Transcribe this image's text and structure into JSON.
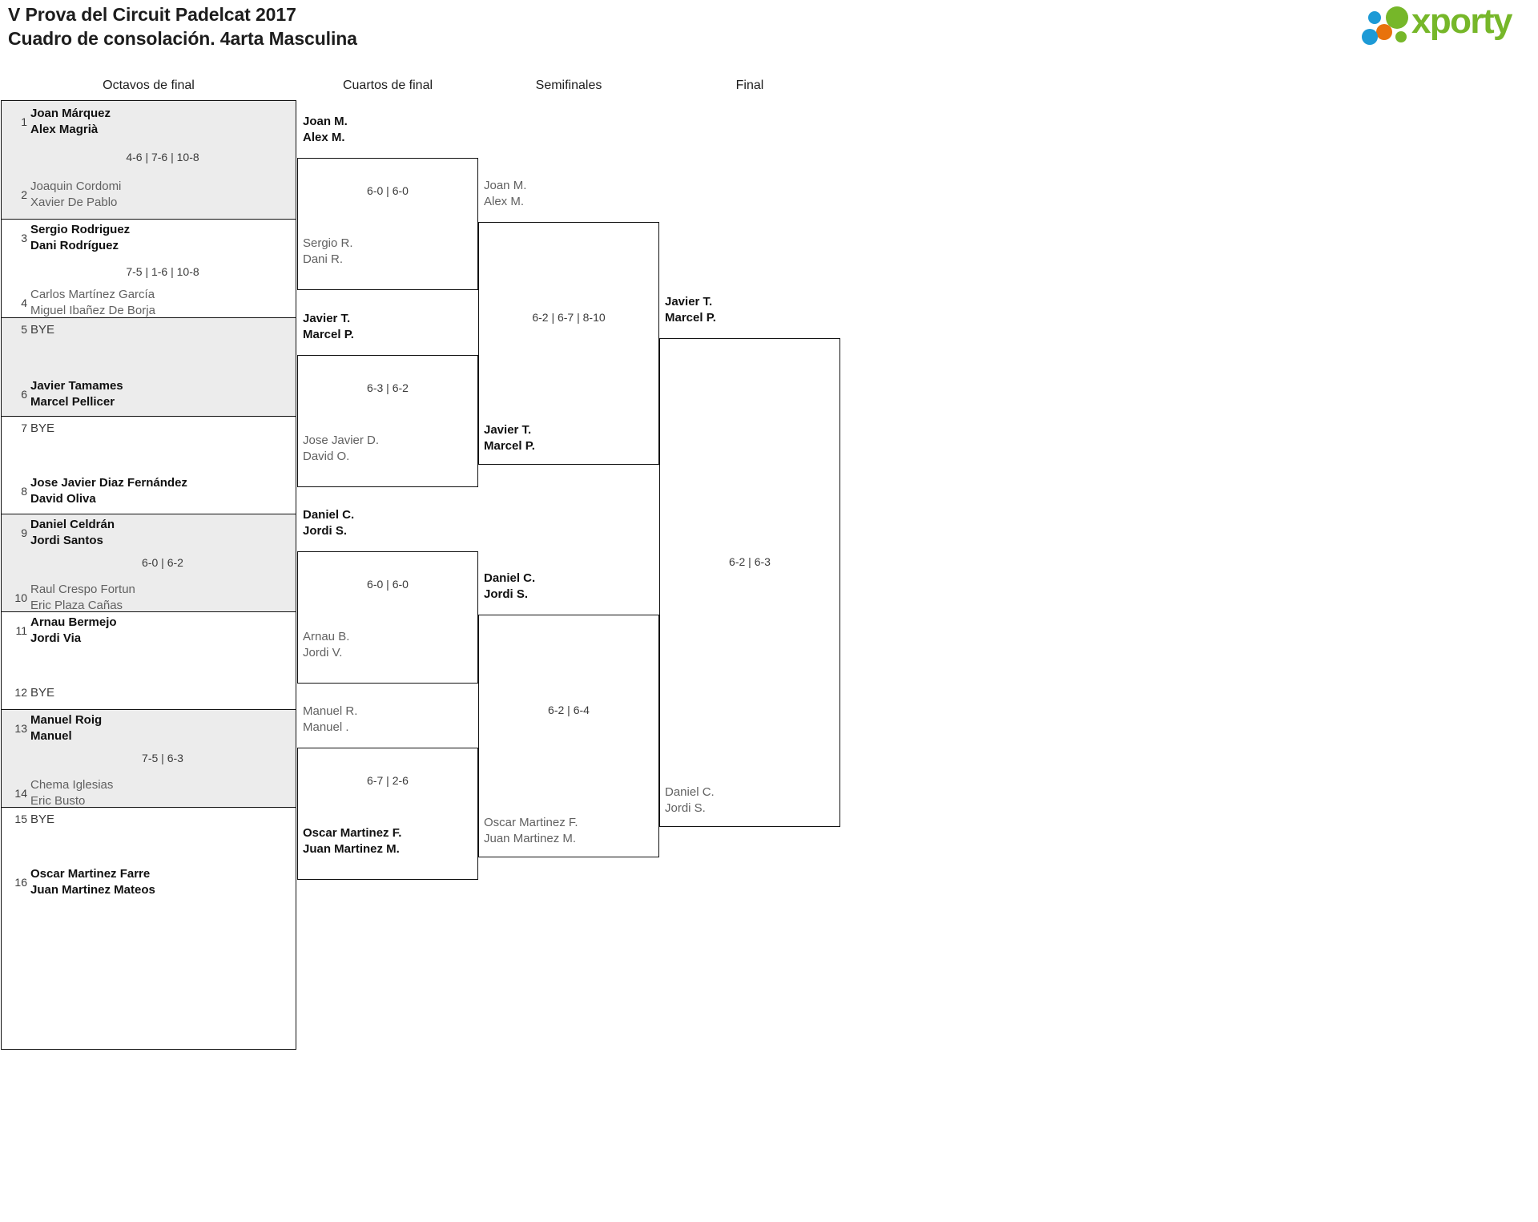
{
  "header": {
    "title_line1": "V Prova del Circuit Padelcat 2017",
    "title_line2": "Cuadro de consolación. 4arta Masculina",
    "logo_text": "xporty",
    "logo_colors": {
      "green": "#76b729",
      "blue": "#1d9ad6",
      "orange": "#e8720c"
    }
  },
  "rounds": [
    {
      "label": "Octavos de final"
    },
    {
      "label": "Cuartos de final"
    },
    {
      "label": "Semifinales"
    },
    {
      "label": "Final"
    }
  ],
  "round1": {
    "slots": [
      {
        "seed": "1",
        "line1": "Joan Márquez",
        "line2": "Alex Magrià",
        "result": "win"
      },
      {
        "seed": "2",
        "line1": "Joaquin Cordomi",
        "line2": "Xavier De Pablo",
        "result": "lose"
      },
      {
        "seed": "3",
        "line1": "Sergio Rodriguez",
        "line2": "Dani Rodríguez",
        "result": "win"
      },
      {
        "seed": "4",
        "line1": "Carlos Martínez García",
        "line2": "Miguel Ibañez De Borja",
        "result": "lose"
      },
      {
        "seed": "5",
        "line1": "BYE",
        "line2": "",
        "result": "bye"
      },
      {
        "seed": "6",
        "line1": "Javier Tamames",
        "line2": "Marcel Pellicer",
        "result": "win"
      },
      {
        "seed": "7",
        "line1": "BYE",
        "line2": "",
        "result": "bye"
      },
      {
        "seed": "8",
        "line1": "Jose Javier Diaz Fernández",
        "line2": "David Oliva",
        "result": "win"
      },
      {
        "seed": "9",
        "line1": "Daniel Celdrán",
        "line2": "Jordi Santos",
        "result": "win"
      },
      {
        "seed": "10",
        "line1": "Raul Crespo Fortun",
        "line2": "Eric Plaza Cañas",
        "result": "lose"
      },
      {
        "seed": "11",
        "line1": "Arnau Bermejo",
        "line2": "Jordi Via",
        "result": "win"
      },
      {
        "seed": "12",
        "line1": "BYE",
        "line2": "",
        "result": "bye"
      },
      {
        "seed": "13",
        "line1": "Manuel Roig",
        "line2": "Manuel",
        "result": "win"
      },
      {
        "seed": "14",
        "line1": "Chema Iglesias",
        "line2": "Eric Busto",
        "result": "lose"
      },
      {
        "seed": "15",
        "line1": "BYE",
        "line2": "",
        "result": "bye"
      },
      {
        "seed": "16",
        "line1": "Oscar Martinez Farre",
        "line2": "Juan Martinez Mateos",
        "result": "win"
      }
    ],
    "scores": [
      "4-6 | 7-6 | 10-8",
      "7-5 | 1-6 | 10-8",
      "",
      "",
      "6-0 | 6-2",
      "",
      "7-5 | 6-3",
      ""
    ]
  },
  "round2": {
    "matches": [
      {
        "top": {
          "line1": "Joan M.",
          "line2": "Alex M.",
          "result": "win"
        },
        "bottom": {
          "line1": "Sergio R.",
          "line2": "Dani R.",
          "result": "lose"
        },
        "score": "6-0 | 6-0"
      },
      {
        "top": {
          "line1": "Javier T.",
          "line2": "Marcel P.",
          "result": "win"
        },
        "bottom": {
          "line1": "Jose Javier D.",
          "line2": "David O.",
          "result": "lose"
        },
        "score": "6-3 | 6-2"
      },
      {
        "top": {
          "line1": "Daniel C.",
          "line2": "Jordi S.",
          "result": "win"
        },
        "bottom": {
          "line1": "Arnau B.",
          "line2": "Jordi V.",
          "result": "lose"
        },
        "score": "6-0 | 6-0"
      },
      {
        "top": {
          "line1": "Manuel R.",
          "line2": "Manuel .",
          "result": "lose"
        },
        "bottom": {
          "line1": "Oscar Martinez F.",
          "line2": "Juan Martinez M.",
          "result": "win"
        },
        "score": "6-7 | 2-6"
      }
    ]
  },
  "round3": {
    "matches": [
      {
        "top": {
          "line1": "Joan M.",
          "line2": "Alex M.",
          "result": "lose"
        },
        "bottom": {
          "line1": "Javier T.",
          "line2": "Marcel P.",
          "result": "win"
        },
        "score": "6-2 | 6-7 | 8-10"
      },
      {
        "top": {
          "line1": "Daniel C.",
          "line2": "Jordi S.",
          "result": "win"
        },
        "bottom": {
          "line1": "Oscar Martinez F.",
          "line2": "Juan Martinez M.",
          "result": "lose"
        },
        "score": "6-2 | 6-4"
      }
    ]
  },
  "round4": {
    "matches": [
      {
        "top": {
          "line1": "Javier T.",
          "line2": "Marcel P.",
          "result": "win"
        },
        "bottom": {
          "line1": "Daniel C.",
          "line2": "Jordi S.",
          "result": "lose"
        },
        "score": "6-2 | 6-3"
      }
    ]
  }
}
